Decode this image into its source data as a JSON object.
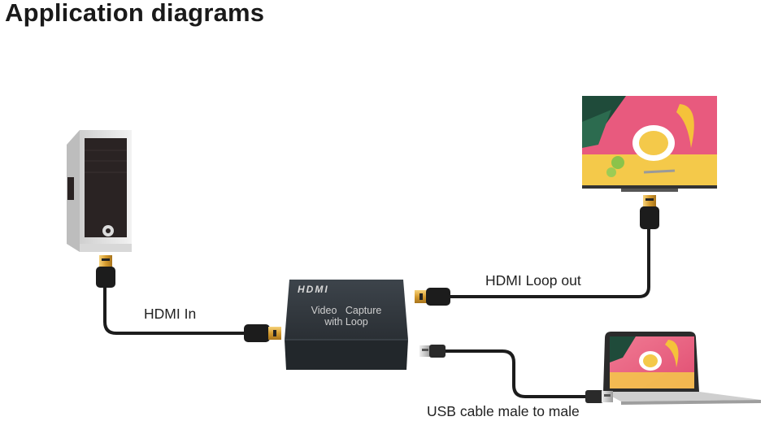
{
  "page": {
    "title": "Application diagrams"
  },
  "labels": {
    "hdmi_in": "HDMI In",
    "hdmi_loop_out": "HDMI Loop out",
    "usb_cable": "USB cable male to male"
  },
  "device": {
    "logo": "HDMI",
    "line1": "Video   Capture",
    "line2": "with Loop"
  },
  "colors": {
    "cable": "#1c1c1c",
    "device_body": "#2b3035",
    "connector_gold": "#d9a53a",
    "tv_screen": "#e85a7e",
    "tower_front": "#2a2323"
  },
  "icons": [
    "pc-tower-icon",
    "tv-icon",
    "laptop-icon",
    "hdmi-connector-icon",
    "usb-connector-icon"
  ]
}
